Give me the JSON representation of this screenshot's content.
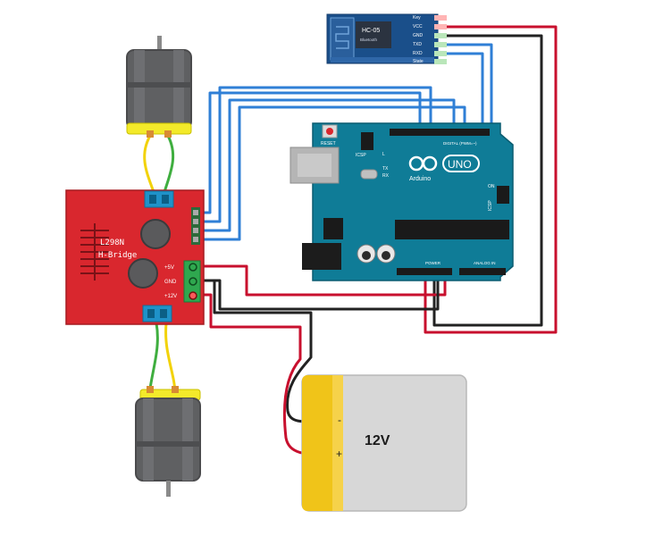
{
  "hbridge": {
    "title": "L298N",
    "subtitle": "H-Bridge",
    "pin_5v": "+5V",
    "pin_gnd": "GND",
    "pin_12v": "+12V"
  },
  "arduino": {
    "reset_label": "RESET",
    "icsp_label": "ICSP",
    "icsp2_label": "ICSP",
    "logo_uno": "UNO",
    "logo_brand": "Arduino",
    "tx_label": "TX",
    "rx_label": "RX",
    "l_label": "L",
    "on_label": "ON",
    "digital_label": "DIGITAL (PWM=~)",
    "power_label": "POWER",
    "analog_label": "ANALOG IN"
  },
  "bluetooth": {
    "model": "HC-05",
    "brand": "Bluetooth",
    "pins": [
      "Key",
      "VCC",
      "GND",
      "TXD",
      "RXD",
      "State"
    ]
  },
  "battery": {
    "voltage": "12V",
    "minus": "-",
    "plus": "+"
  },
  "colors": {
    "hbridge_red": "#d9272e",
    "arduino_blue": "#0f7c97",
    "bt_blue": "#1a4f8a",
    "wire_red": "#c8102e",
    "wire_black": "#222222",
    "wire_blue": "#2f7fd6",
    "wire_yellow": "#f2d20a",
    "wire_green": "#3fae3f",
    "battery_yellow": "#f0c419",
    "battery_gray": "#d7d7d7"
  }
}
